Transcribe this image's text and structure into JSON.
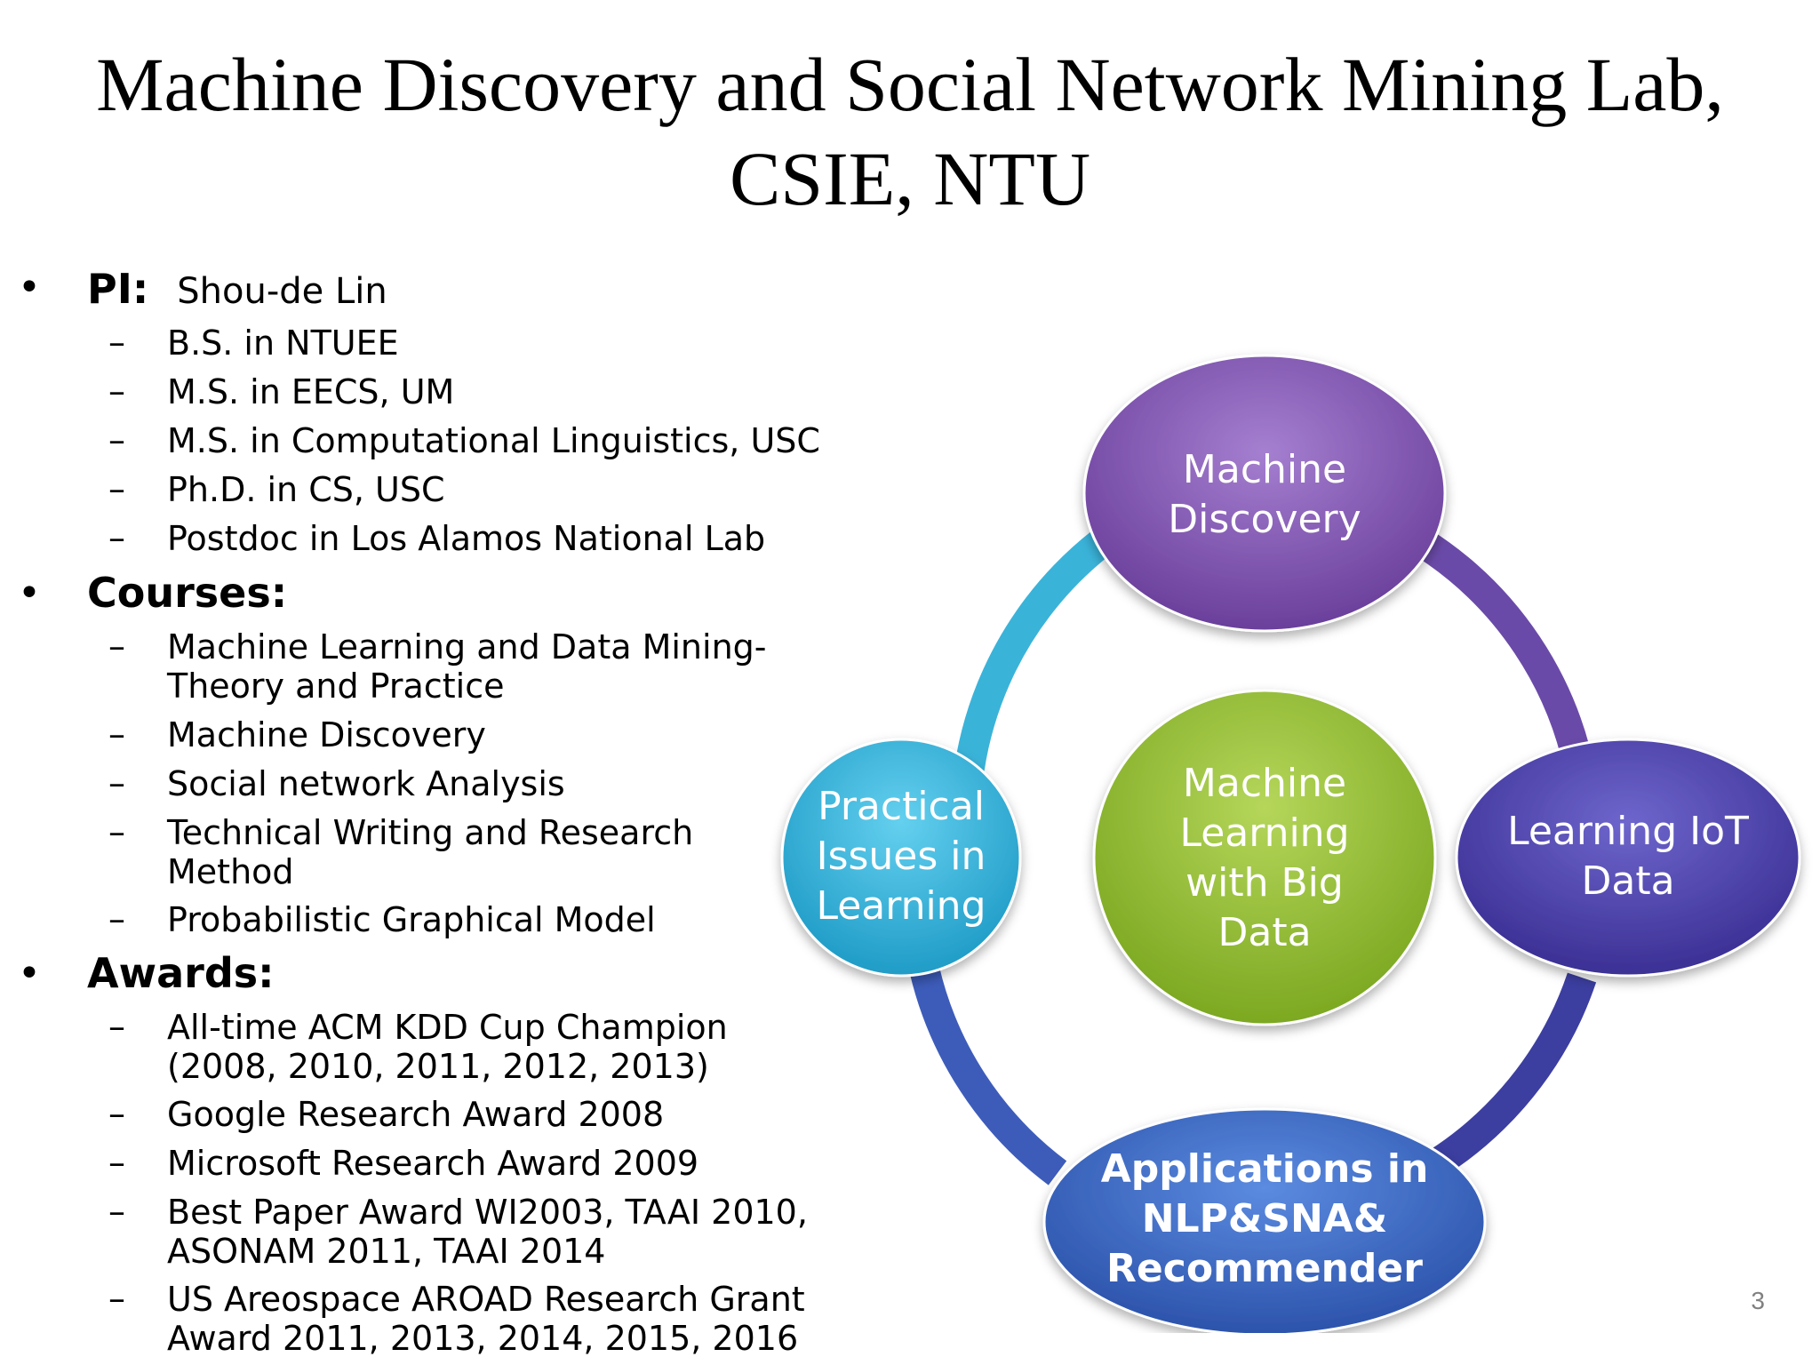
{
  "slide": {
    "title_lines": [
      "Machine Discovery and Social Network Mining Lab,",
      "CSIE, NTU"
    ],
    "page_number": "3"
  },
  "sections": [
    {
      "heading": "PI",
      "heading_suffix": ":",
      "heading_rest": "Shou-de Lin",
      "items": [
        {
          "lines": [
            "B.S. in NTUEE"
          ]
        },
        {
          "lines": [
            "M.S. in EECS, UM"
          ]
        },
        {
          "lines": [
            "M.S. in Computational Linguistics, USC"
          ]
        },
        {
          "lines": [
            "Ph.D. in CS, USC"
          ]
        },
        {
          "lines": [
            "Postdoc in Los Alamos National Lab"
          ]
        }
      ]
    },
    {
      "heading": "Courses:",
      "items": [
        {
          "lines": [
            "Machine Learning and Data Mining-",
            "Theory and Practice"
          ]
        },
        {
          "lines": [
            "Machine Discovery"
          ]
        },
        {
          "lines": [
            "Social network Analysis"
          ]
        },
        {
          "lines": [
            "Technical Writing and Research",
            "Method"
          ]
        },
        {
          "lines": [
            "Probabilistic Graphical Model"
          ]
        }
      ]
    },
    {
      "heading": "Awards:",
      "items": [
        {
          "lines": [
            "All-time ACM KDD Cup Champion",
            "(2008, 2010, 2011, 2012, 2013)"
          ]
        },
        {
          "lines": [
            "Google Research Award 2008"
          ]
        },
        {
          "lines": [
            "Microsoft Research Award 2009"
          ]
        },
        {
          "lines": [
            "Best Paper Award WI2003, TAAI 2010,",
            "ASONAM 2011, TAAI 2014"
          ]
        },
        {
          "lines": [
            "US Areospace AROAD Research Grant",
            "Award 2011, 2013, 2014, 2015, 2016"
          ]
        }
      ]
    }
  ],
  "bullet_glyph": "•",
  "dash_glyph": "–",
  "diagram": {
    "center": {
      "lines": [
        "Machine",
        "Learning",
        "with Big",
        "Data"
      ],
      "color": "#8fbc2b"
    },
    "nodes": [
      {
        "id": "top",
        "lines": [
          "Machine",
          "Discovery"
        ],
        "color": "#7b4fa8",
        "bold": false
      },
      {
        "id": "right",
        "lines": [
          "Learning IoT",
          "Data"
        ],
        "color": "#4a3fa6",
        "bold": false
      },
      {
        "id": "bottom",
        "lines": [
          "Applications in",
          "NLP&SNA&",
          "Recommender"
        ],
        "color": "#3a64c0",
        "bold": true
      },
      {
        "id": "left",
        "lines": [
          "Practical",
          "Issues in",
          "Learning"
        ],
        "color": "#2fb0d8",
        "bold": false
      }
    ]
  }
}
